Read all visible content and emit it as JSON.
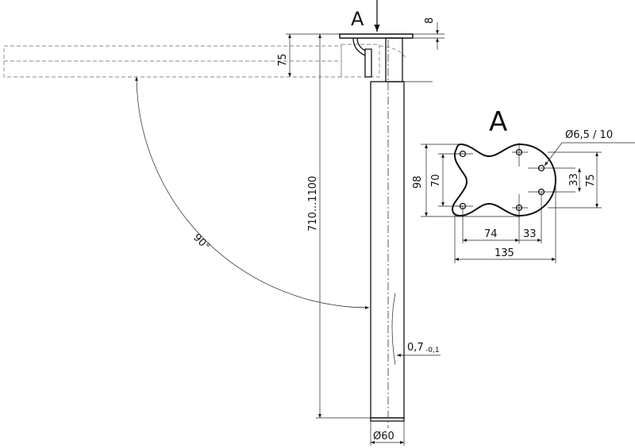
{
  "main_view": {
    "view_label": "A",
    "dim_plate_thickness": "8",
    "dim_folded_height": "75",
    "dim_height_range": "710...1100",
    "dim_angle": "90°",
    "dim_wall": "0,7",
    "dim_wall_tolerance": "-0,1",
    "dim_diameter": "Ø60"
  },
  "detail_view": {
    "title": "A",
    "hole_callout": "Ø6,5 / 10",
    "dim_98": "98",
    "dim_70": "70",
    "dim_33_v": "33",
    "dim_75": "75",
    "dim_74": "74",
    "dim_33_h": "33",
    "dim_135": "135"
  }
}
